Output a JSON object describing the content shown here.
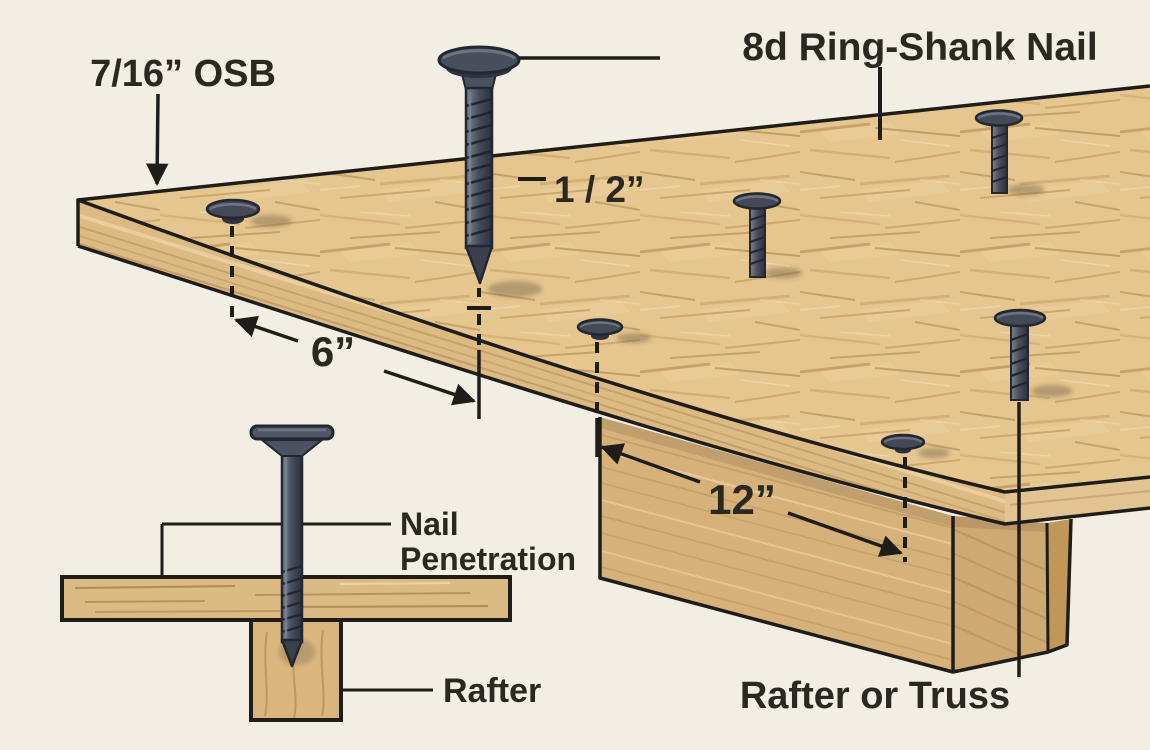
{
  "labels": {
    "osb_thickness": "7/16” OSB",
    "nail_type": "8d Ring-Shank Nail",
    "point_protrusion": "1 / 2”",
    "edge_spacing": "6”",
    "field_spacing": "12”",
    "nail_penetration_line1": "Nail",
    "nail_penetration_line2": "Penetration",
    "rafter": "Rafter",
    "rafter_or_truss": "Rafter or Truss"
  },
  "colors": {
    "background": "#f3eee3",
    "panel_top": "#e5c68f",
    "panel_edge": "#dcba84",
    "rafter_wood": "#d6b27a",
    "rafter_end_grain": "#cfa972",
    "nail_metal": "#3e4450",
    "outline": "#1f1d19",
    "text": "#2b2822"
  }
}
